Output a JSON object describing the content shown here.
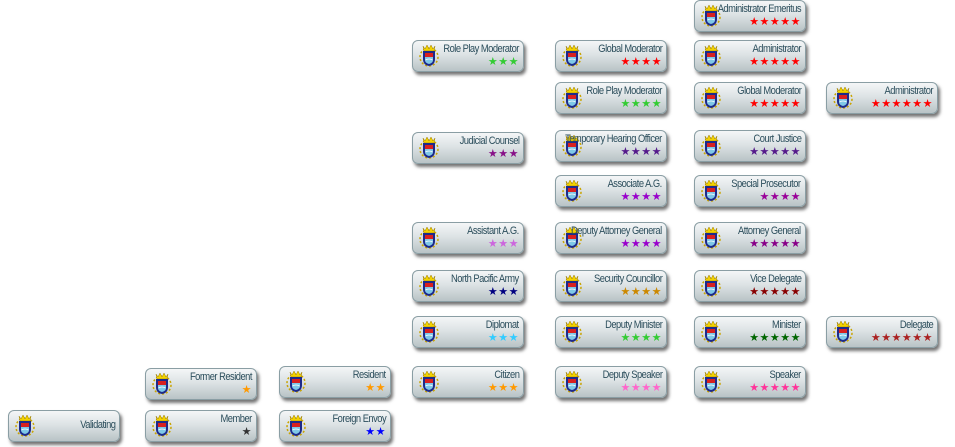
{
  "badges": [
    {
      "label": "Administrator Emeritus",
      "stars": 5,
      "color": "#ff0000"
    },
    {
      "label": "Role Play Moderator",
      "stars": 3,
      "color": "#33cc33"
    },
    {
      "label": "Global Moderator",
      "stars": 4,
      "color": "#ff0000"
    },
    {
      "label": "Administrator",
      "stars": 5,
      "color": "#ff0000"
    },
    {
      "label": "Role Play Moderator",
      "stars": 4,
      "color": "#33cc33"
    },
    {
      "label": "Global Moderator",
      "stars": 5,
      "color": "#ff0000"
    },
    {
      "label": "Administrator",
      "stars": 6,
      "color": "#ff0000"
    },
    {
      "label": "Judicial Counsel",
      "stars": 3,
      "color": "#881188"
    },
    {
      "label": "Temporary Hearing Officer",
      "stars": 4,
      "color": "#551a8b"
    },
    {
      "label": "Court Justice",
      "stars": 5,
      "color": "#551a8b"
    },
    {
      "label": "Associate A.G.",
      "stars": 4,
      "color": "#9900cc"
    },
    {
      "label": "Special Prosecutor",
      "stars": 4,
      "color": "#990099"
    },
    {
      "label": "Assistant A.G.",
      "stars": 3,
      "color": "#cc66dd"
    },
    {
      "label": "Deputy Attorney General",
      "stars": 4,
      "color": "#9900cc"
    },
    {
      "label": "Attorney General",
      "stars": 5,
      "color": "#880088"
    },
    {
      "label": "North Pacific Army",
      "stars": 3,
      "color": "#000080"
    },
    {
      "label": "Security Councillor",
      "stars": 4,
      "color": "#cc8800"
    },
    {
      "label": "Vice Delegate",
      "stars": 5,
      "color": "#880000"
    },
    {
      "label": "Diplomat",
      "stars": 3,
      "color": "#33ccff"
    },
    {
      "label": "Deputy Minister",
      "stars": 4,
      "color": "#33cc33"
    },
    {
      "label": "Minister",
      "stars": 5,
      "color": "#006600"
    },
    {
      "label": "Delegate",
      "stars": 6,
      "color": "#aa2222"
    },
    {
      "label": "Former Resident",
      "stars": 1,
      "color": "#ff9900"
    },
    {
      "label": "Resident",
      "stars": 2,
      "color": "#ff9900"
    },
    {
      "label": "Citizen",
      "stars": 3,
      "color": "#ff9900"
    },
    {
      "label": "Deputy Speaker",
      "stars": 4,
      "color": "#ff66cc"
    },
    {
      "label": "Speaker",
      "stars": 5,
      "color": "#ff3399"
    },
    {
      "label": "Validating",
      "stars": 0,
      "color": "#000000"
    },
    {
      "label": "Member",
      "stars": 1,
      "color": "#333333"
    },
    {
      "label": "Foreign Envoy",
      "stars": 2,
      "color": "#0000ff"
    }
  ]
}
